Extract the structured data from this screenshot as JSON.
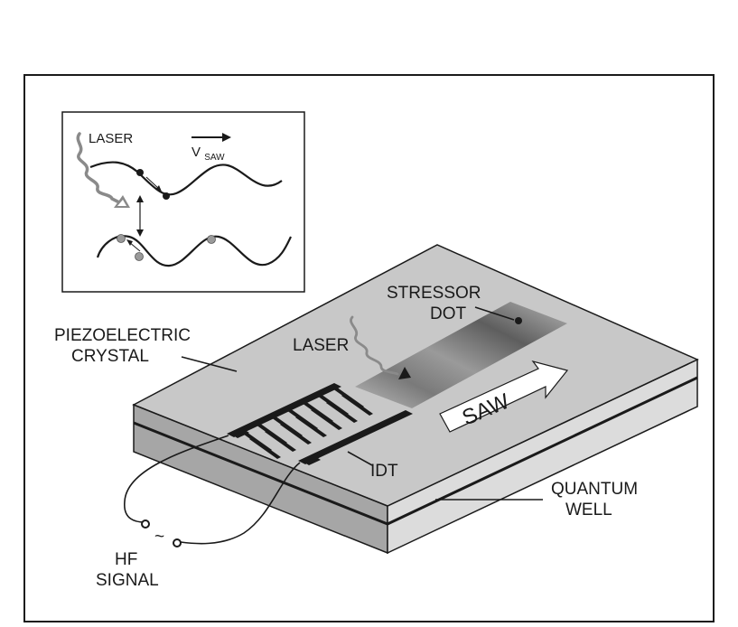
{
  "labels": {
    "piezo_line1": "PIEZOELECTRIC",
    "piezo_line2": "CRYSTAL",
    "laser_main": "LASER",
    "stressor_line1": "STRESSOR",
    "stressor_line2": "DOT",
    "saw": "SAW",
    "idt": "IDT",
    "qw_line1": "QUANTUM",
    "qw_line2": "WELL",
    "hf_line1": "HF",
    "hf_line2": "SIGNAL",
    "tilde": "~"
  },
  "inset": {
    "laser": "LASER",
    "velocity_symbol": "V",
    "velocity_subscript": "SAW"
  },
  "colors": {
    "ink": "#1a1a1a",
    "crystal_top": "#c8c8c8",
    "crystal_side": "#a6a6a6",
    "crystal_front": "#dcdcdc",
    "laser_arrow": "#8a8a8a",
    "hole": "#9a9a9a"
  }
}
